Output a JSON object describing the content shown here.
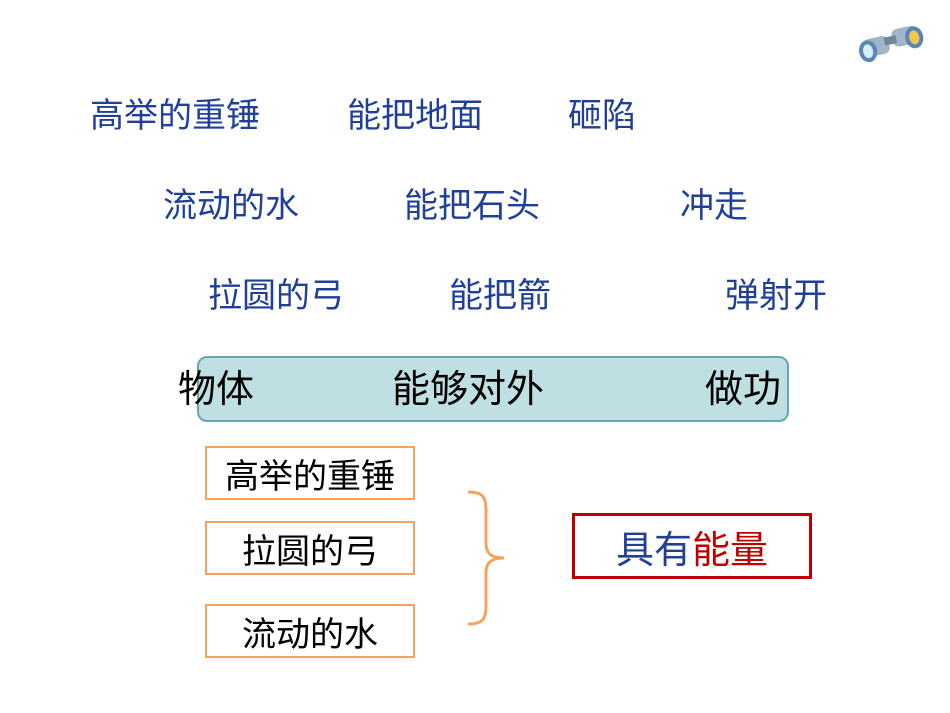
{
  "rows": [
    {
      "subject": "高举的重锤",
      "verb": "能把地面",
      "result": "砸陷"
    },
    {
      "subject": "流动的水",
      "verb": "能把石头",
      "result": "冲走"
    },
    {
      "subject": "拉圆的弓",
      "verb": "能把箭",
      "result": "弹射开"
    }
  ],
  "band": {
    "a": "物体",
    "b": "能够对外",
    "c": "做功"
  },
  "boxes": [
    "高举的重锤",
    "拉圆的弓",
    "流动的水"
  ],
  "conclusion": {
    "prefix": "具有",
    "highlight": "能量"
  },
  "colors": {
    "text_blue": "#1f3f9a",
    "highlight_red": "#c00000",
    "band_fill": "#bfe0e2",
    "box_border": "#f5a25d"
  },
  "icons": {
    "corner": "binoculars-icon"
  }
}
